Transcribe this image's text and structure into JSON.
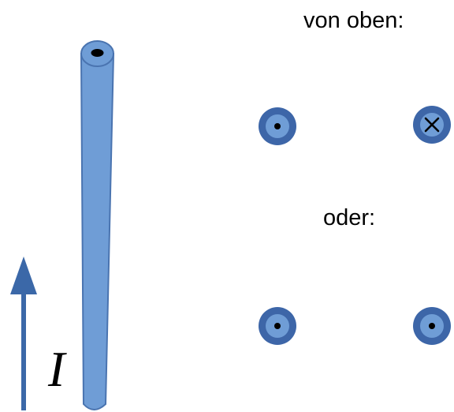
{
  "labels": {
    "top_view": "von oben:",
    "alternative": "oder:",
    "current_symbol": "I"
  },
  "colors": {
    "wire_fill": "#6f9dd6",
    "wire_stroke": "#4a74b0",
    "arrow": "#3b68a8",
    "symbol_ring": "#3d66a8",
    "symbol_inner": "#6f9dd6",
    "symbol_mark": "#000000"
  },
  "symbols": [
    {
      "id": "top-left",
      "mark": "dot"
    },
    {
      "id": "top-right",
      "mark": "cross"
    },
    {
      "id": "bottom-left",
      "mark": "dot"
    },
    {
      "id": "bottom-right",
      "mark": "dot"
    }
  ]
}
